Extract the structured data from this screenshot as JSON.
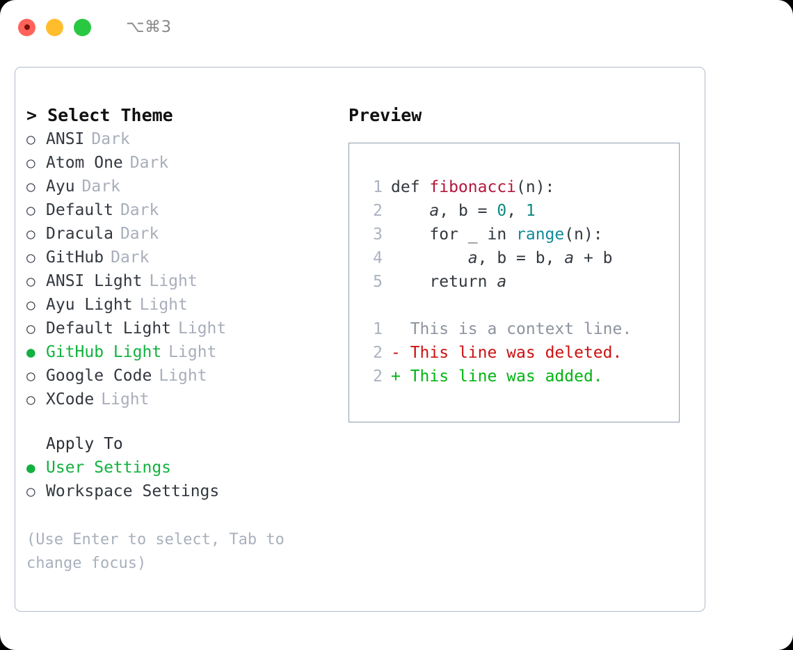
{
  "titlebar": {
    "shortcut": "⌥⌘3",
    "buttons": [
      "close",
      "minimize",
      "zoom"
    ]
  },
  "left": {
    "heading": "> Select Theme",
    "themes": [
      {
        "marker": "○",
        "name": "ANSI",
        "variant": "Dark",
        "selected": false
      },
      {
        "marker": "○",
        "name": "Atom One",
        "variant": "Dark",
        "selected": false
      },
      {
        "marker": "○",
        "name": "Ayu",
        "variant": "Dark",
        "selected": false
      },
      {
        "marker": "○",
        "name": "Default",
        "variant": "Dark",
        "selected": false
      },
      {
        "marker": "○",
        "name": "Dracula",
        "variant": "Dark",
        "selected": false
      },
      {
        "marker": "○",
        "name": "GitHub",
        "variant": "Dark",
        "selected": false
      },
      {
        "marker": "○",
        "name": "ANSI Light",
        "variant": "Light",
        "selected": false
      },
      {
        "marker": "○",
        "name": "Ayu Light",
        "variant": "Light",
        "selected": false
      },
      {
        "marker": "○",
        "name": "Default Light",
        "variant": "Light",
        "selected": false
      },
      {
        "marker": "●",
        "name": "GitHub Light",
        "variant": "Light",
        "selected": true
      },
      {
        "marker": "○",
        "name": "Google Code",
        "variant": "Light",
        "selected": false
      },
      {
        "marker": "○",
        "name": "XCode",
        "variant": "Light",
        "selected": false
      }
    ],
    "apply_heading": "Apply To",
    "apply_options": [
      {
        "marker": "●",
        "name": "User Settings",
        "selected": true
      },
      {
        "marker": "○",
        "name": "Workspace Settings",
        "selected": false
      }
    ],
    "hint": "(Use Enter to select, Tab to change focus)"
  },
  "right": {
    "heading": "Preview",
    "code_lines": [
      {
        "num": "1",
        "tokens": [
          {
            "t": "def ",
            "c": "kw"
          },
          {
            "t": "fibonacci",
            "c": "fn"
          },
          {
            "t": "(n):",
            "c": "kw"
          }
        ]
      },
      {
        "num": "2",
        "tokens": [
          {
            "t": "    ",
            "c": "kw"
          },
          {
            "t": "a",
            "c": "var"
          },
          {
            "t": ", b = ",
            "c": "kw"
          },
          {
            "t": "0",
            "c": "num"
          },
          {
            "t": ", ",
            "c": "kw"
          },
          {
            "t": "1",
            "c": "num"
          }
        ]
      },
      {
        "num": "3",
        "tokens": [
          {
            "t": "    for _ in ",
            "c": "kw"
          },
          {
            "t": "range",
            "c": "bi"
          },
          {
            "t": "(n):",
            "c": "kw"
          }
        ]
      },
      {
        "num": "4",
        "tokens": [
          {
            "t": "        ",
            "c": "kw"
          },
          {
            "t": "a",
            "c": "var"
          },
          {
            "t": ", b = b, ",
            "c": "kw"
          },
          {
            "t": "a",
            "c": "var"
          },
          {
            "t": " + b",
            "c": "kw"
          }
        ]
      },
      {
        "num": "5",
        "tokens": [
          {
            "t": "    return ",
            "c": "kw"
          },
          {
            "t": "a",
            "c": "var"
          }
        ]
      }
    ],
    "diff_lines": [
      {
        "num": "1",
        "sign": "  ",
        "text": "This is a context line.",
        "kind": "ctx"
      },
      {
        "num": "2",
        "sign": "- ",
        "text": "This line was deleted.",
        "kind": "del"
      },
      {
        "num": "2",
        "sign": "+ ",
        "text": "This line was added.",
        "kind": "add"
      }
    ]
  },
  "colors": {
    "accent_green": "#13b13f",
    "muted": "#a8aebb",
    "border": "#b2bcc9",
    "code_border": "#8e9cae",
    "diff_add": "#00b512",
    "diff_del": "#cc1111",
    "fn": "#b3173b",
    "builtin": "#108a9a",
    "number": "#0e8a80"
  }
}
